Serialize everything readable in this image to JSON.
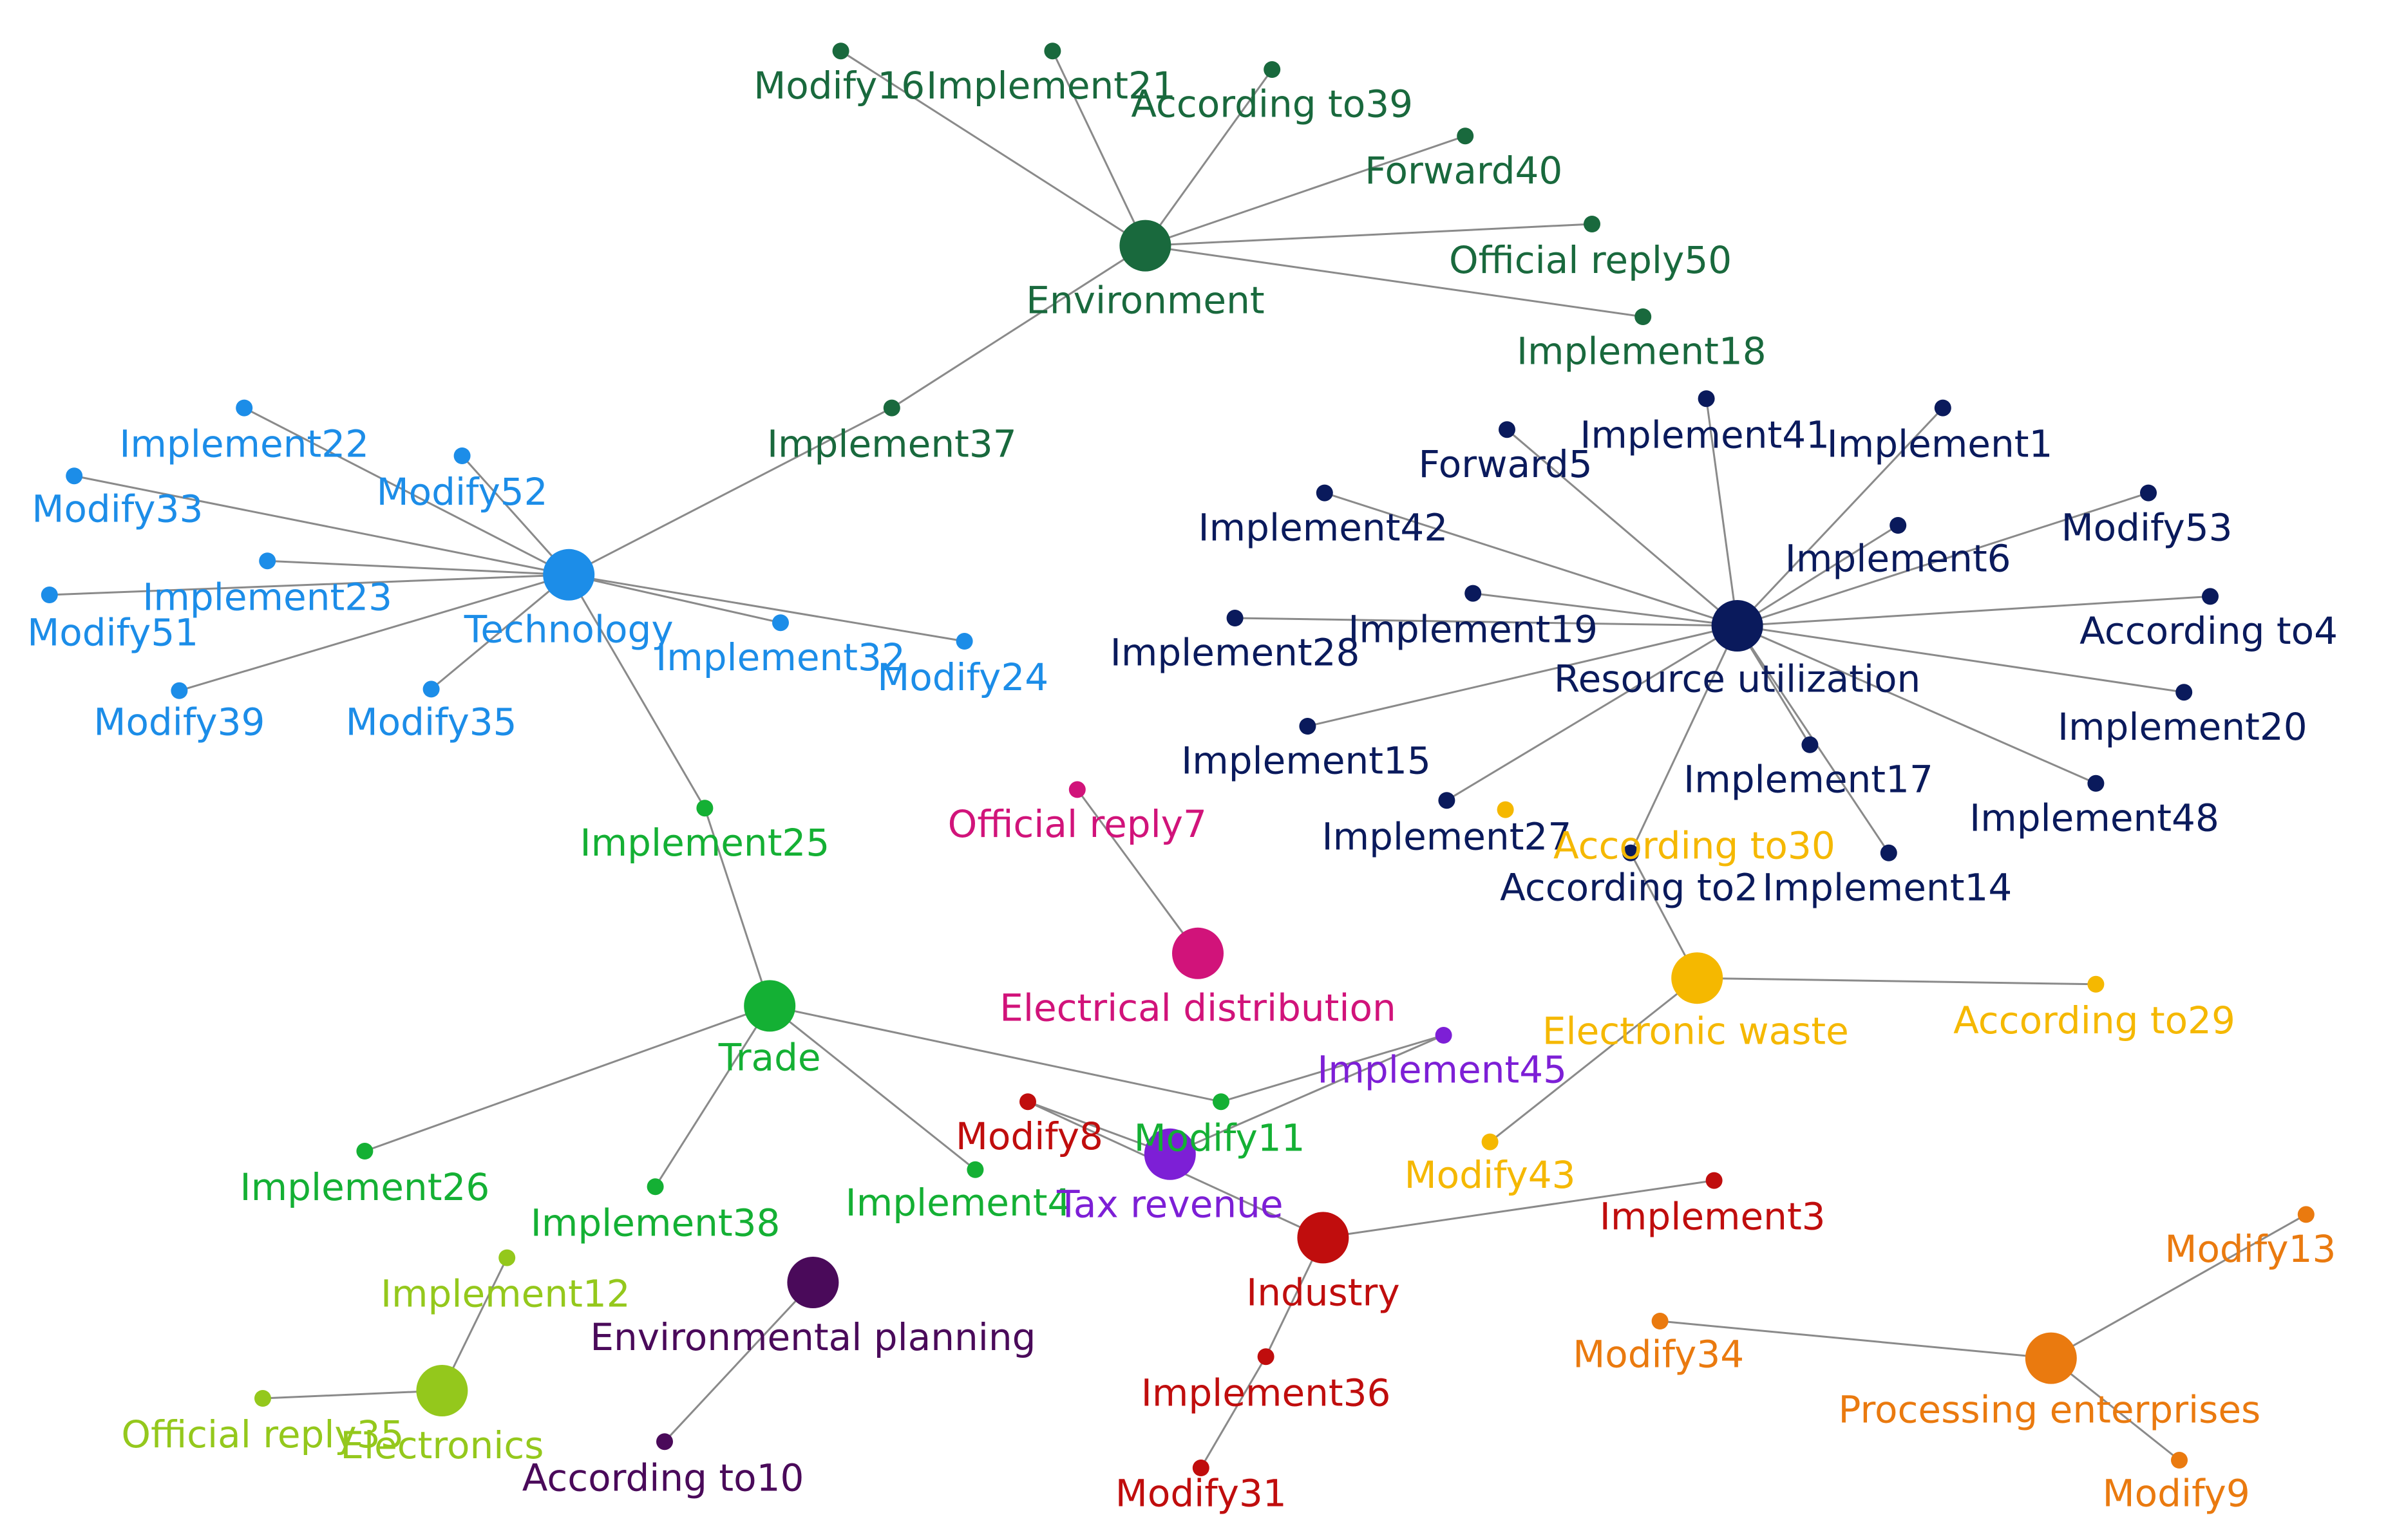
{
  "groups": {
    "environment": "#19693d",
    "resource": "#0a1a5c",
    "technology": "#1c8de8",
    "trade": "#14b034",
    "elec_dist": "#d1137a",
    "e_waste": "#f5b800",
    "tax": "#7d1fd6",
    "industry": "#c00d0d",
    "processing": "#ea7a0f",
    "electronics": "#94c81c",
    "env_planning": "#4a0a5a"
  },
  "nodes": [
    {
      "id": "environment",
      "label": "Environment",
      "group": "environment",
      "hub": true
    },
    {
      "id": "modify16",
      "label": "Modify16",
      "group": "environment"
    },
    {
      "id": "implement21",
      "label": "Implement21",
      "group": "environment"
    },
    {
      "id": "according39",
      "label": "According to39",
      "group": "environment"
    },
    {
      "id": "forward40",
      "label": "Forward40",
      "group": "environment"
    },
    {
      "id": "official50",
      "label": "Official reply50",
      "group": "environment"
    },
    {
      "id": "implement18",
      "label": "Implement18",
      "group": "environment"
    },
    {
      "id": "implement37",
      "label": "Implement37",
      "group": "environment"
    },
    {
      "id": "resource",
      "label": "Resource utilization",
      "group": "resource",
      "hub": true
    },
    {
      "id": "forward5",
      "label": "Forward5",
      "group": "resource"
    },
    {
      "id": "implement41",
      "label": "Implement41",
      "group": "resource"
    },
    {
      "id": "implement1",
      "label": "Implement1",
      "group": "resource"
    },
    {
      "id": "implement42",
      "label": "Implement42",
      "group": "resource"
    },
    {
      "id": "implement6",
      "label": "Implement6",
      "group": "resource"
    },
    {
      "id": "modify53",
      "label": "Modify53",
      "group": "resource"
    },
    {
      "id": "implement28",
      "label": "Implement28",
      "group": "resource"
    },
    {
      "id": "implement19",
      "label": "Implement19",
      "group": "resource"
    },
    {
      "id": "according4",
      "label": "According to4",
      "group": "resource"
    },
    {
      "id": "implement15",
      "label": "Implement15",
      "group": "resource"
    },
    {
      "id": "implement20",
      "label": "Implement20",
      "group": "resource"
    },
    {
      "id": "implement17",
      "label": "Implement17",
      "group": "resource"
    },
    {
      "id": "implement48",
      "label": "Implement48",
      "group": "resource"
    },
    {
      "id": "implement27",
      "label": "Implement27",
      "group": "resource"
    },
    {
      "id": "according2",
      "label": "According to2",
      "group": "resource"
    },
    {
      "id": "implement14",
      "label": "Implement14",
      "group": "resource"
    },
    {
      "id": "technology",
      "label": "Technology",
      "group": "technology",
      "hub": true
    },
    {
      "id": "implement22",
      "label": "Implement22",
      "group": "technology"
    },
    {
      "id": "modify52",
      "label": "Modify52",
      "group": "technology"
    },
    {
      "id": "modify33",
      "label": "Modify33",
      "group": "technology"
    },
    {
      "id": "implement23",
      "label": "Implement23",
      "group": "technology"
    },
    {
      "id": "modify51",
      "label": "Modify51",
      "group": "technology"
    },
    {
      "id": "implement32",
      "label": "Implement32",
      "group": "technology"
    },
    {
      "id": "modify24",
      "label": "Modify24",
      "group": "technology"
    },
    {
      "id": "modify39",
      "label": "Modify39",
      "group": "technology"
    },
    {
      "id": "modify35",
      "label": "Modify35",
      "group": "technology"
    },
    {
      "id": "trade",
      "label": "Trade",
      "group": "trade",
      "hub": true
    },
    {
      "id": "implement25",
      "label": "Implement25",
      "group": "trade"
    },
    {
      "id": "implement26",
      "label": "Implement26",
      "group": "trade"
    },
    {
      "id": "implement38",
      "label": "Implement38",
      "group": "trade"
    },
    {
      "id": "implement4",
      "label": "Implement4",
      "group": "trade"
    },
    {
      "id": "modify11",
      "label": "Modify11",
      "group": "trade"
    },
    {
      "id": "elecdist",
      "label": "Electrical distribution",
      "group": "elec_dist",
      "hub": true
    },
    {
      "id": "official7",
      "label": "Official reply7",
      "group": "elec_dist"
    },
    {
      "id": "ewaste",
      "label": "Electronic waste",
      "group": "e_waste",
      "hub": true
    },
    {
      "id": "according30",
      "label": "According to30",
      "group": "e_waste"
    },
    {
      "id": "according29",
      "label": "According to29",
      "group": "e_waste"
    },
    {
      "id": "modify43",
      "label": "Modify43",
      "group": "e_waste"
    },
    {
      "id": "tax",
      "label": "Tax revenue",
      "group": "tax",
      "hub": true
    },
    {
      "id": "implement45",
      "label": "Implement45",
      "group": "tax"
    },
    {
      "id": "industry",
      "label": "Industry",
      "group": "industry",
      "hub": true
    },
    {
      "id": "modify8",
      "label": "Modify8",
      "group": "industry"
    },
    {
      "id": "implement3",
      "label": "Implement3",
      "group": "industry"
    },
    {
      "id": "implement36",
      "label": "Implement36",
      "group": "industry"
    },
    {
      "id": "modify31",
      "label": "Modify31",
      "group": "industry"
    },
    {
      "id": "processing",
      "label": "Processing enterprises",
      "group": "processing",
      "hub": true
    },
    {
      "id": "modify13",
      "label": "Modify13",
      "group": "processing"
    },
    {
      "id": "modify34",
      "label": "Modify34",
      "group": "processing"
    },
    {
      "id": "modify9",
      "label": "Modify9",
      "group": "processing"
    },
    {
      "id": "electronics",
      "label": "Electronics",
      "group": "electronics",
      "hub": true
    },
    {
      "id": "implement12",
      "label": "Implement12",
      "group": "electronics"
    },
    {
      "id": "official35",
      "label": "Official reply35",
      "group": "electronics"
    },
    {
      "id": "envplanning",
      "label": "Environmental planning",
      "group": "env_planning",
      "hub": true
    },
    {
      "id": "according10",
      "label": "According to10",
      "group": "env_planning"
    }
  ],
  "edges": [
    [
      "environment",
      "modify16"
    ],
    [
      "environment",
      "implement21"
    ],
    [
      "environment",
      "according39"
    ],
    [
      "environment",
      "forward40"
    ],
    [
      "environment",
      "official50"
    ],
    [
      "environment",
      "implement18"
    ],
    [
      "environment",
      "implement37"
    ],
    [
      "implement37",
      "technology"
    ],
    [
      "resource",
      "forward5"
    ],
    [
      "resource",
      "implement41"
    ],
    [
      "resource",
      "implement1"
    ],
    [
      "resource",
      "implement42"
    ],
    [
      "resource",
      "implement6"
    ],
    [
      "resource",
      "modify53"
    ],
    [
      "resource",
      "implement28"
    ],
    [
      "resource",
      "implement19"
    ],
    [
      "resource",
      "according4"
    ],
    [
      "resource",
      "implement15"
    ],
    [
      "resource",
      "implement20"
    ],
    [
      "resource",
      "implement17"
    ],
    [
      "resource",
      "implement48"
    ],
    [
      "resource",
      "implement27"
    ],
    [
      "resource",
      "according2"
    ],
    [
      "resource",
      "implement14"
    ],
    [
      "according2",
      "ewaste"
    ],
    [
      "technology",
      "implement22"
    ],
    [
      "technology",
      "modify52"
    ],
    [
      "technology",
      "modify33"
    ],
    [
      "technology",
      "implement23"
    ],
    [
      "technology",
      "modify51"
    ],
    [
      "technology",
      "implement32"
    ],
    [
      "technology",
      "modify24"
    ],
    [
      "technology",
      "modify39"
    ],
    [
      "technology",
      "modify35"
    ],
    [
      "technology",
      "implement25"
    ],
    [
      "implement25",
      "trade"
    ],
    [
      "trade",
      "implement26"
    ],
    [
      "trade",
      "implement38"
    ],
    [
      "trade",
      "implement4"
    ],
    [
      "trade",
      "modify11"
    ],
    [
      "modify11",
      "implement45"
    ],
    [
      "elecdist",
      "official7"
    ],
    [
      "ewaste",
      "according29"
    ],
    [
      "ewaste",
      "modify43"
    ],
    [
      "tax",
      "implement45"
    ],
    [
      "tax",
      "modify8"
    ],
    [
      "industry",
      "modify8"
    ],
    [
      "industry",
      "implement3"
    ],
    [
      "industry",
      "implement36"
    ],
    [
      "implement36",
      "modify31"
    ],
    [
      "processing",
      "modify13"
    ],
    [
      "processing",
      "modify34"
    ],
    [
      "processing",
      "modify9"
    ],
    [
      "electronics",
      "implement12"
    ],
    [
      "electronics",
      "official35"
    ],
    [
      "envplanning",
      "according10"
    ]
  ]
}
